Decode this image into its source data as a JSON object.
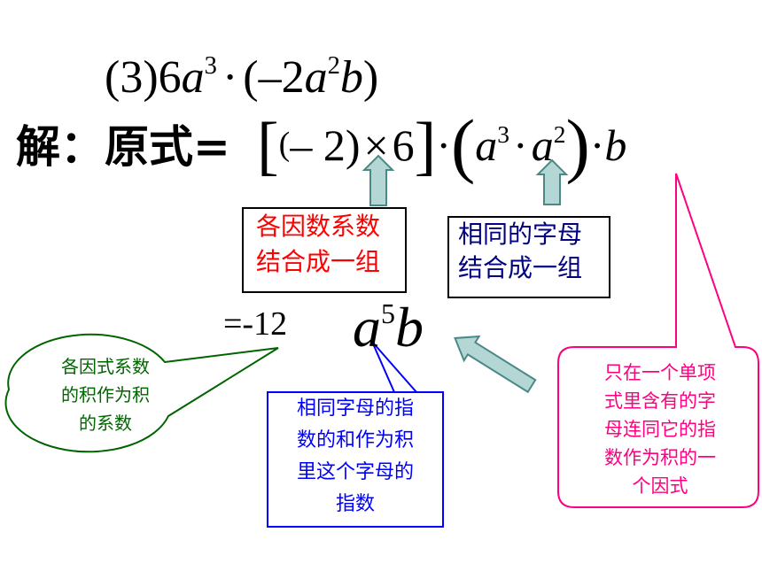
{
  "problem": {
    "number": "(3)",
    "coef": "6",
    "var_a": "a",
    "exp_3": "3",
    "dot": "·",
    "open": "(",
    "neg_coef": "–2",
    "var_a2": "a",
    "exp_2": "2",
    "var_b": "b",
    "close": ")"
  },
  "solution": {
    "label": "解：原式=",
    "lbracket": "[",
    "lparen": "(",
    "neg2": "– 2",
    "rparen": ")",
    "times": "×",
    "six": "6",
    "rbracket": "]",
    "dot1": "·",
    "big_lparen": "(",
    "a1": "a",
    "e3": "3",
    "dot2": "·",
    "a2": "a",
    "e2": "2",
    "big_rparen": ")",
    "dot3": "·",
    "b": "b"
  },
  "result": {
    "prefix": "=-12",
    "a": "a",
    "exp5": "5",
    "b": "b"
  },
  "notes": {
    "coef_group": [
      "各因数系数",
      "结合成一组"
    ],
    "letter_group": [
      "相同的字母",
      "结合成一组"
    ],
    "coef_product": [
      "各因式系数",
      "的积作为积",
      "的系数"
    ],
    "exponent_sum": [
      "相同字母的指",
      "数的和作为积",
      "里这个字母的",
      "指数"
    ],
    "single_letter": [
      "只在一个单项",
      "式里含有的字",
      "母连同它的指",
      "数作为积的一",
      "个因式"
    ]
  },
  "colors": {
    "red": "#ff0000",
    "navy": "#000080",
    "blue": "#0000ff",
    "green": "#006400",
    "pink": "#ff0080",
    "arrow_fill": "#b4d6d4",
    "arrow_stroke": "#4a8a86"
  }
}
